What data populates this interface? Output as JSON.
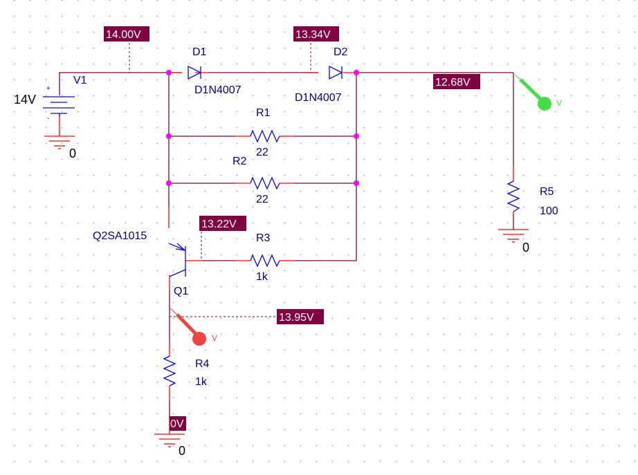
{
  "components": {
    "v1": {
      "ref": "V1",
      "value": "14V",
      "ground": "0"
    },
    "d1": {
      "ref": "D1",
      "model": "D1N4007"
    },
    "d2": {
      "ref": "D2",
      "model": "D1N4007"
    },
    "r1": {
      "ref": "R1",
      "value": "22"
    },
    "r2": {
      "ref": "R2",
      "value": "22"
    },
    "r3": {
      "ref": "R3",
      "value": "1k"
    },
    "r4": {
      "ref": "R4",
      "value": "1k",
      "ground": "0"
    },
    "r5": {
      "ref": "R5",
      "value": "100",
      "ground": "0"
    },
    "q1": {
      "ref": "Q1",
      "model": "Q2SA1015"
    }
  },
  "voltage_labels": [
    "14.00V",
    "13.34V",
    "12.68V",
    "13.22V",
    "13.95V",
    "0V"
  ],
  "probes": [
    {
      "label": "V",
      "color": "#44dd44"
    },
    {
      "label": "V",
      "color": "#ee4444"
    }
  ],
  "colors": {
    "wire": "#800040",
    "symbol": "#0000ff",
    "pin": "#ff0000",
    "junction": "#ff00ff",
    "voltage_box": "#800040"
  }
}
